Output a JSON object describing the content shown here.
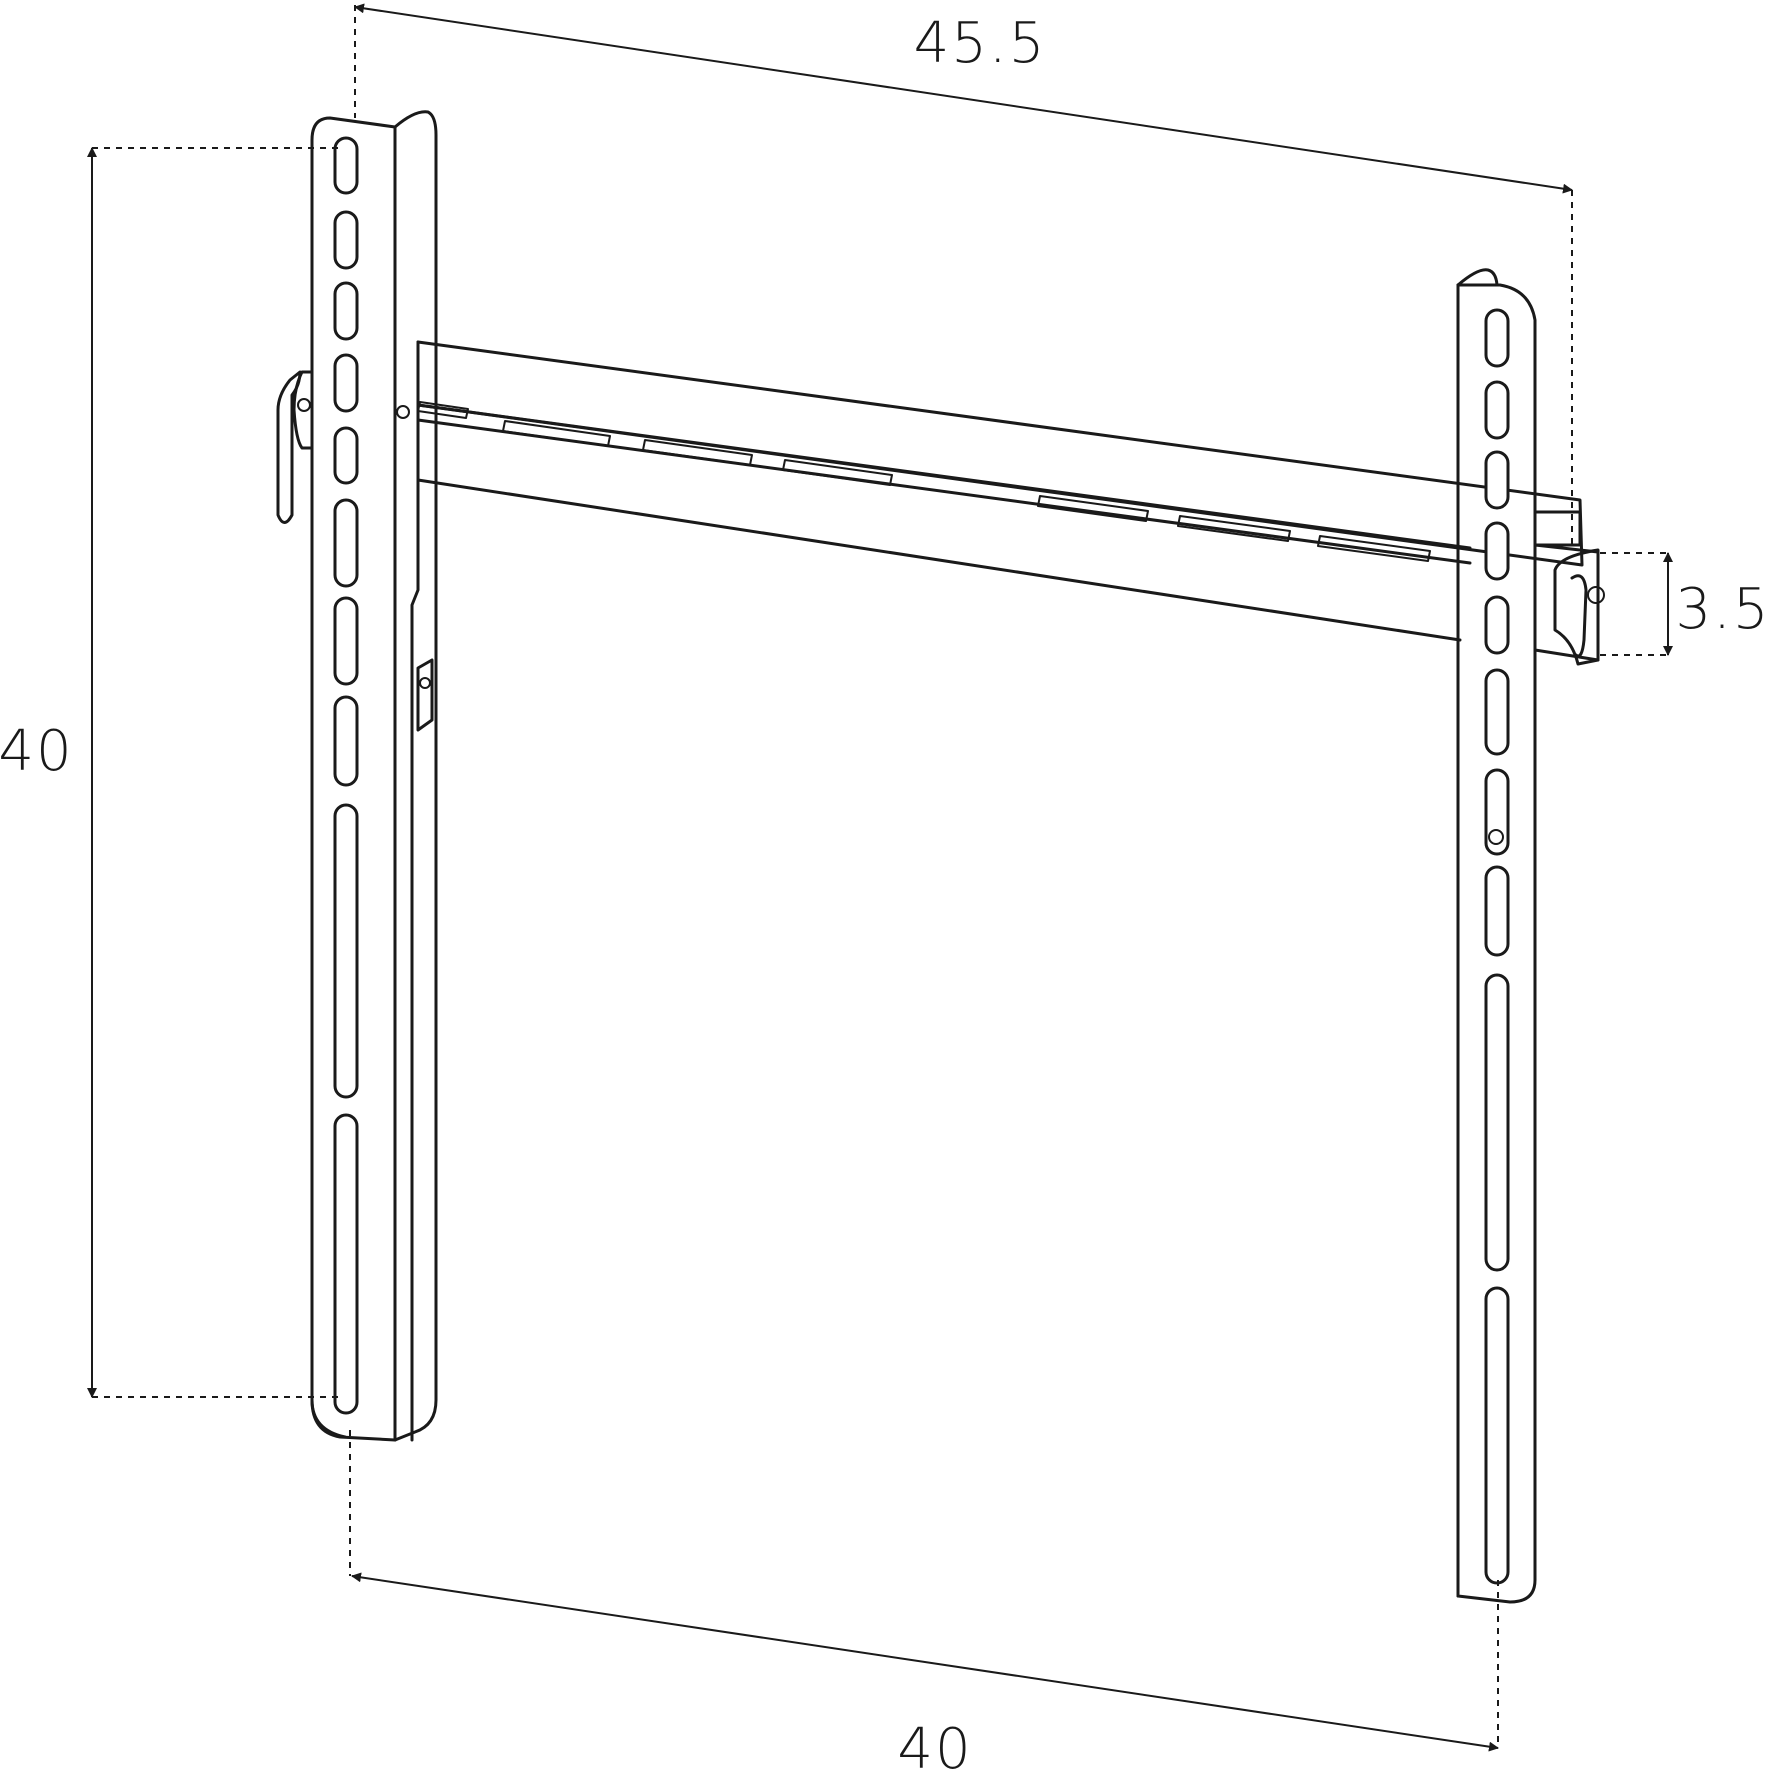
{
  "dimensions": {
    "overall_width": "45.5",
    "vertical_span": "40",
    "horizontal_span": "40",
    "depth": "3.5"
  },
  "colors": {
    "line": "#1a1a1a",
    "background": "#ffffff"
  }
}
